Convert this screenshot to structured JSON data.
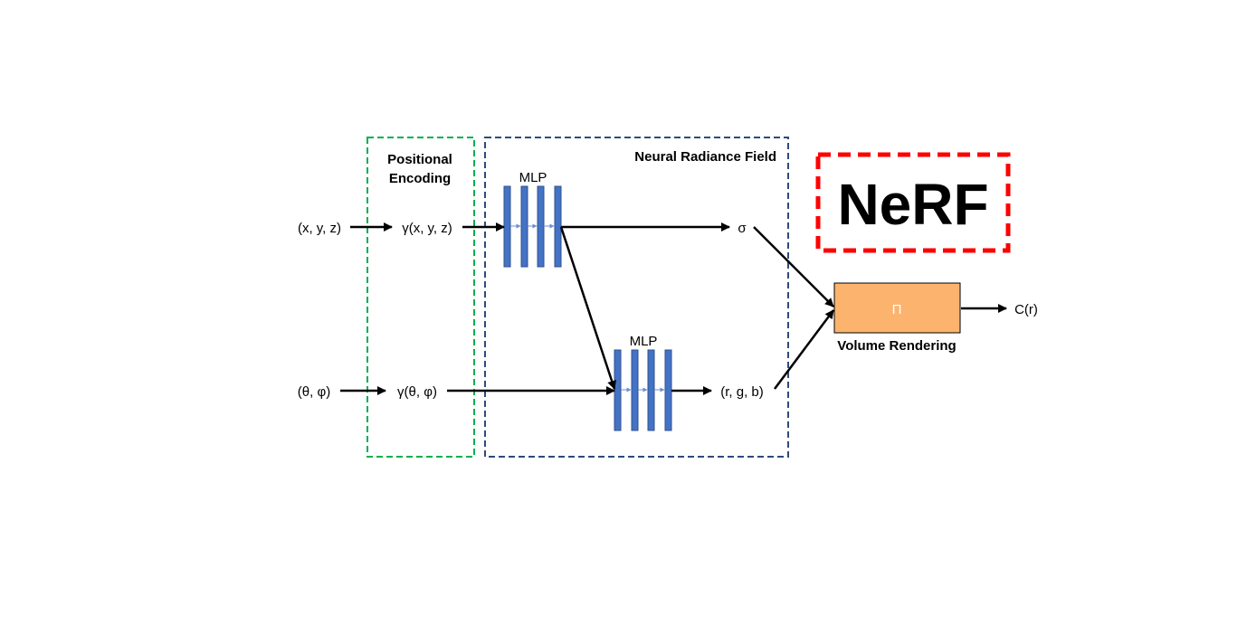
{
  "regions": {
    "positional_encoding": {
      "line1": "Positional",
      "line2": "Encoding",
      "border_color": "#00b050"
    },
    "neural_radiance_field": {
      "title": "Neural Radiance Field",
      "border_color": "#2f4a7c"
    },
    "nerf_logo": {
      "text": "NeRF",
      "border_color": "#ff0000"
    }
  },
  "inputs": {
    "position": "(x, y, z)",
    "direction": "(θ, φ)"
  },
  "encodings": {
    "position": "γ(x, y, z)",
    "direction": "γ(θ, φ)"
  },
  "mlp_labels": {
    "first": "MLP",
    "second": "MLP"
  },
  "outputs": {
    "density": "σ",
    "color": "(r, g, b)"
  },
  "volume_rendering": {
    "symbol": "Π",
    "label": "Volume Rendering",
    "fill_color": "#fbb36e"
  },
  "final_output": "C(r)",
  "colors": {
    "mlp_bar": "#4472c4",
    "arrow": "#000000"
  }
}
